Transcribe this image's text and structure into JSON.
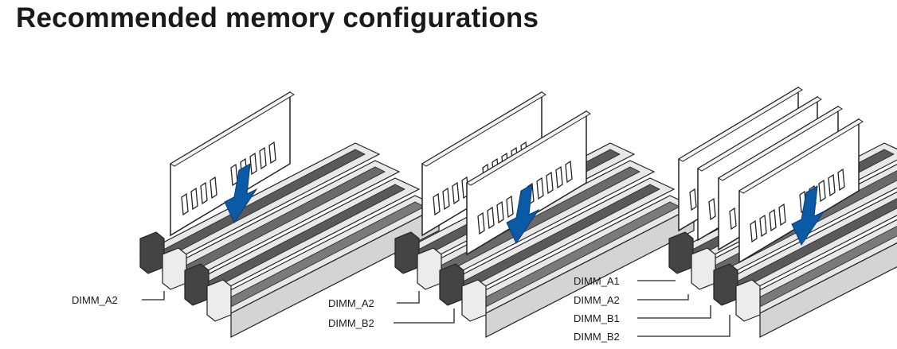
{
  "page": {
    "title": "Recommended memory configurations"
  },
  "configurations": [
    {
      "labels": [
        "DIMM_A2"
      ]
    },
    {
      "labels": [
        "DIMM_A2",
        "DIMM_B2"
      ]
    },
    {
      "labels": [
        "DIMM_A1",
        "DIMM_A2",
        "DIMM_B1",
        "DIMM_B2"
      ]
    }
  ],
  "colors": {
    "arrow": "#0b5aa6",
    "slot_gray": "#555555",
    "slot_light": "#e8e8e8",
    "latch_dark": "#444444",
    "outline": "#222222"
  },
  "icons": [
    "memory-module-icon",
    "dimm-slot-icon",
    "insert-arrow-icon"
  ]
}
